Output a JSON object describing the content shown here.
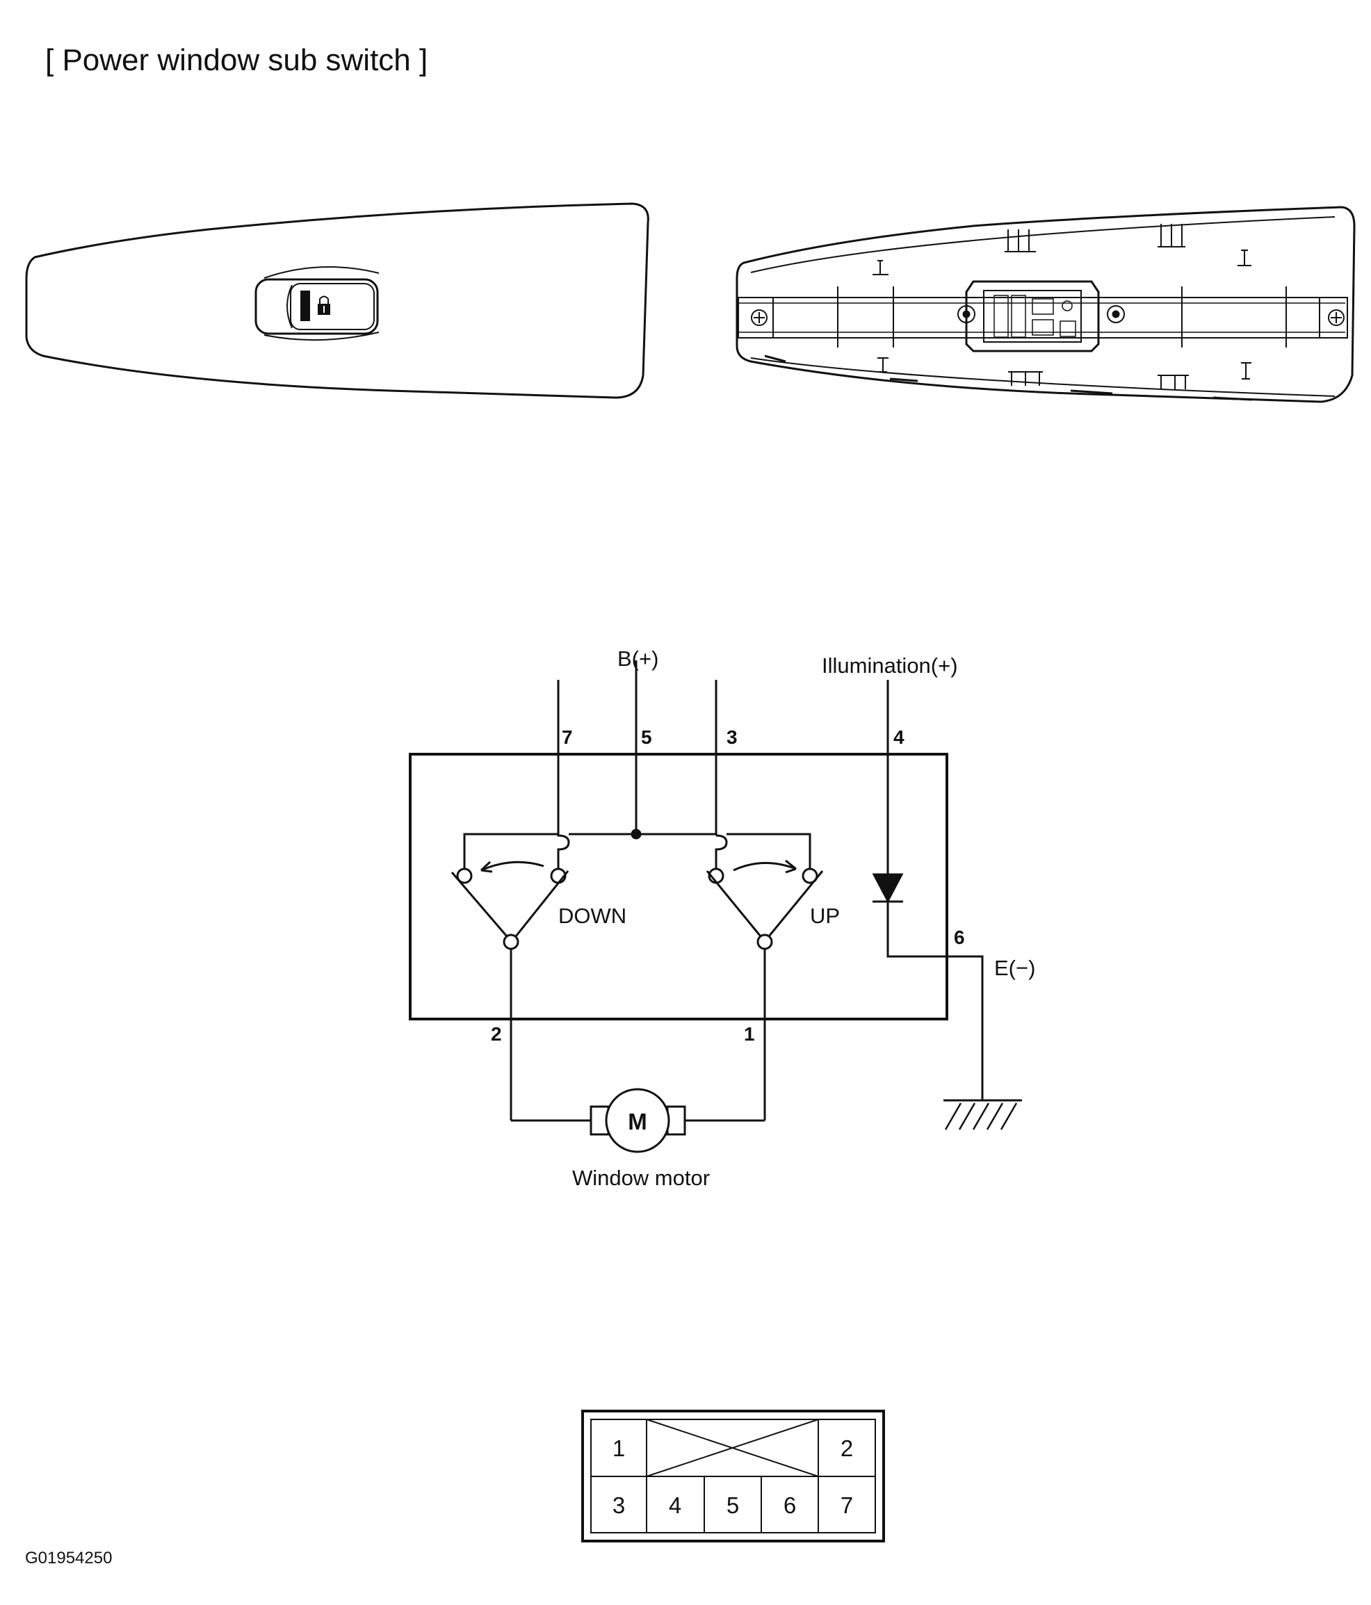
{
  "title": "[ Power window sub switch ]",
  "figure_id": "G01954250",
  "schematic": {
    "supply_label": "B(+)",
    "illumination_label": "Illumination(+)",
    "ground_label": "E(−)",
    "down_label": "DOWN",
    "up_label": "UP",
    "motor_symbol": "M",
    "motor_caption": "Window motor",
    "pins": {
      "p7": "7",
      "p5": "5",
      "p3": "3",
      "p4": "4",
      "p6": "6",
      "p2": "2",
      "p1": "1"
    }
  },
  "connector": {
    "top_row": [
      "1",
      "2"
    ],
    "bottom_row": [
      "3",
      "4",
      "5",
      "6",
      "7"
    ]
  },
  "icons": [
    "switch-front-view",
    "switch-rear-view",
    "diode-symbol",
    "ground-icon",
    "motor-icon",
    "lock-icon"
  ]
}
